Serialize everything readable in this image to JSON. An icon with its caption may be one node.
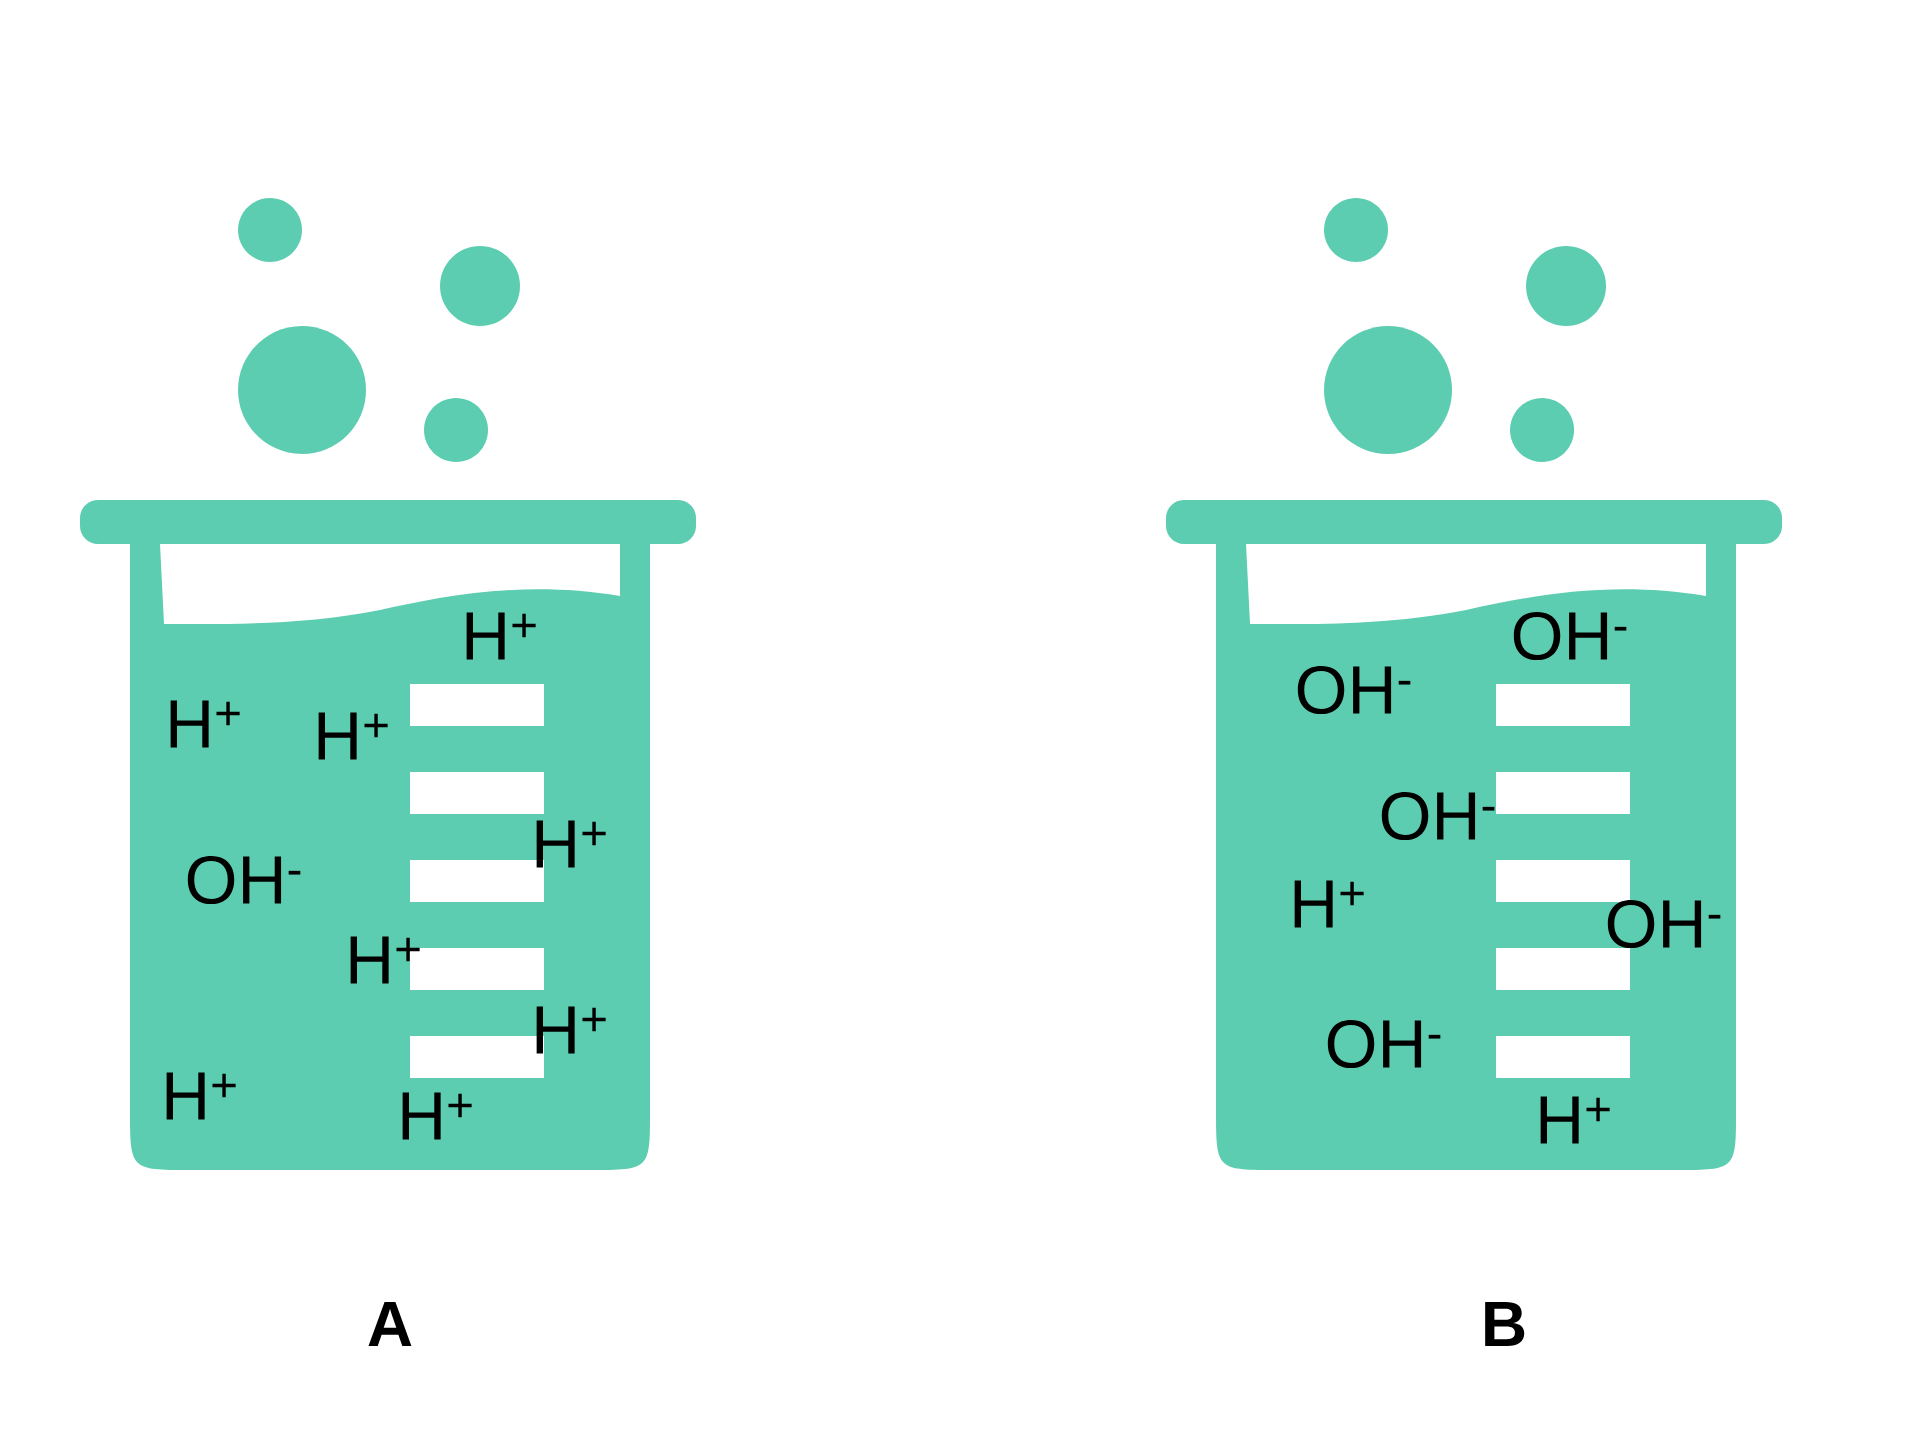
{
  "diagram": {
    "nodes": [
      {
        "text": [
          "H$^{+}$",
          "H$^{+}$",
          "H$^{+}$",
          "H$^{+}$",
          "OH$^{-}$",
          "H$^{+}$",
          "H$^{+}$",
          "H$^{+}$",
          "H$^{+}$"
        ],
        "beside": [
          "A"
        ]
      },
      {
        "text": [
          "OH$^{-}$",
          "OH$^{-}$",
          "OH$^{-}$",
          "H$^{+}$",
          "OH$^{-}$",
          "OH$^{-}$",
          "H$^{+}$"
        ],
        "beside": [
          "B"
        ]
      }
    ]
  }
}
